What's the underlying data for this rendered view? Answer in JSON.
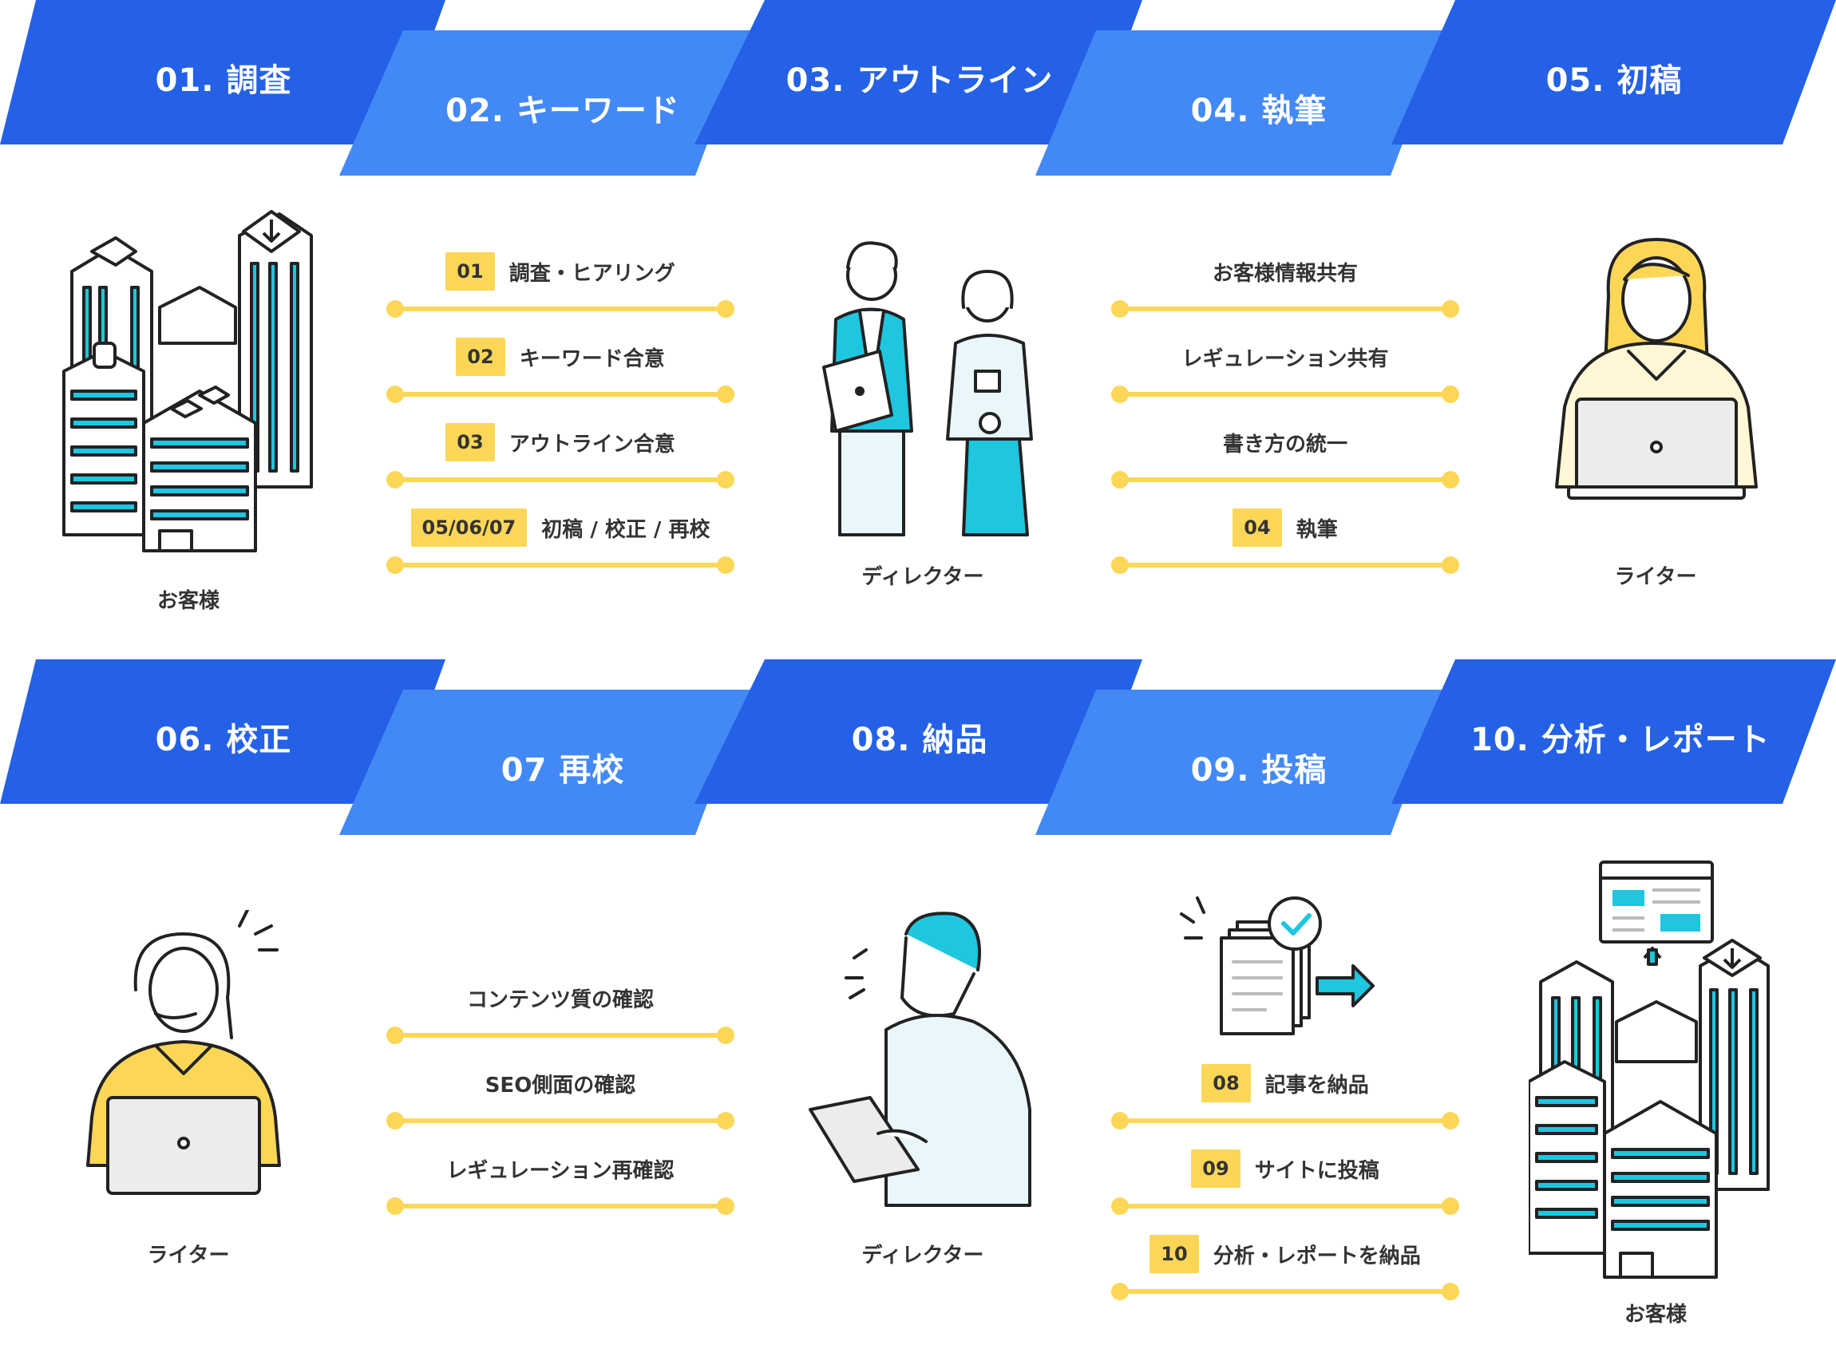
{
  "colors": {
    "band_dark": "#2461e6",
    "band_light": "#4289f5",
    "accent_yellow": "#fcd757",
    "accent_cyan": "#1ec6e0"
  },
  "steps_row1": [
    {
      "label": "01.  調査"
    },
    {
      "label": "02.  キーワード"
    },
    {
      "label": "03. アウトライン"
    },
    {
      "label": "04.  執筆"
    },
    {
      "label": "05. 初稿"
    }
  ],
  "steps_row2": [
    {
      "label": "06.  校正"
    },
    {
      "label": "07   再校"
    },
    {
      "label": "08. 納品"
    },
    {
      "label": "09.  投稿"
    },
    {
      "label": "10. 分析・レポート"
    }
  ],
  "captions": {
    "r1_customer": "お客様",
    "r1_director": "ディレクター",
    "r1_writer": "ライター",
    "r2_writer": "ライター",
    "r2_director": "ディレクター",
    "r2_customer": "お客様"
  },
  "lists": {
    "keyword": [
      {
        "badge": "01",
        "text": "調査・ヒアリング"
      },
      {
        "badge": "02",
        "text": "キーワード合意"
      },
      {
        "badge": "03",
        "text": "アウトライン合意"
      },
      {
        "badge": "05/06/07",
        "text": "初稿 / 校正 / 再校"
      }
    ],
    "writing": [
      {
        "text": "お客様情報共有"
      },
      {
        "text": "レギュレーション共有"
      },
      {
        "text": "書き方の統一"
      },
      {
        "badge": "04",
        "text": "執筆"
      }
    ],
    "recheck": [
      {
        "text": "コンテンツ質の確認"
      },
      {
        "text": "SEO側面の確認"
      },
      {
        "text": "レギュレーション再確認"
      }
    ],
    "posting": [
      {
        "badge": "08",
        "text": "記事を納品"
      },
      {
        "badge": "09",
        "text": "サイトに投稿"
      },
      {
        "badge": "10",
        "text": "分析・レポートを納品"
      }
    ]
  },
  "icons": {
    "buildings": "office-buildings-icon",
    "director_pair": "business-people-icon",
    "writer_laptop": "writer-laptop-icon",
    "director_tablet": "director-tablet-icon",
    "documents_check": "documents-check-icon",
    "buildings_report": "buildings-report-icon"
  }
}
